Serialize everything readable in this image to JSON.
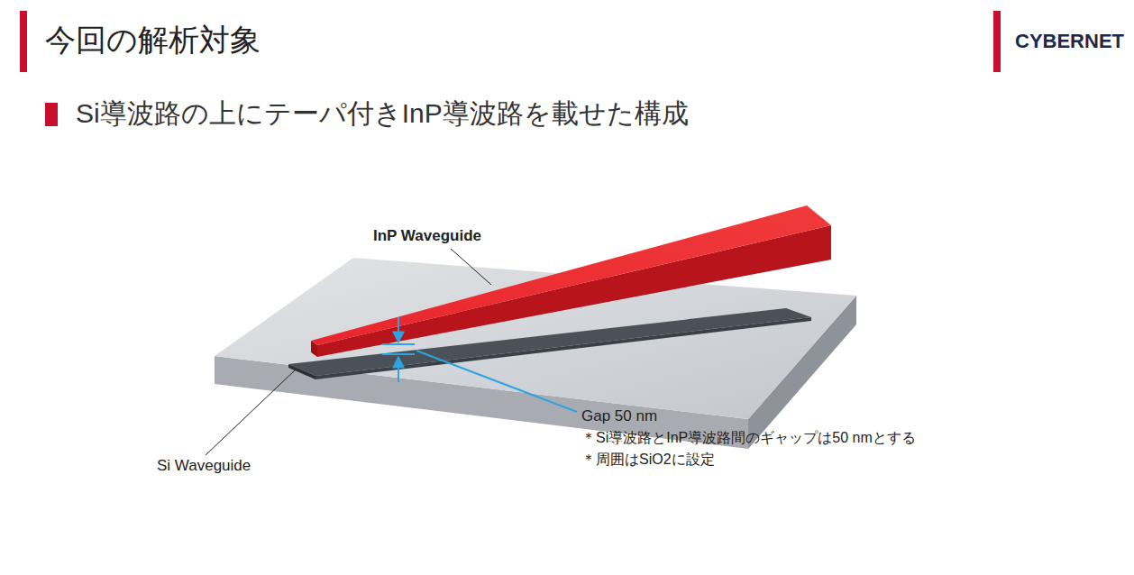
{
  "diagram": {
    "title": "今回の解析対象",
    "labels": [
      "CYBERNET",
      "Si導波路の上にテーパ付きInP導波路を載せた構成",
      "InP Waveguide",
      "Gap 50 nm",
      "＊Si導波路とInP導波路間のギャップは50 nmとする",
      "＊周囲はSiO2に設定",
      "Si Waveguide"
    ]
  }
}
